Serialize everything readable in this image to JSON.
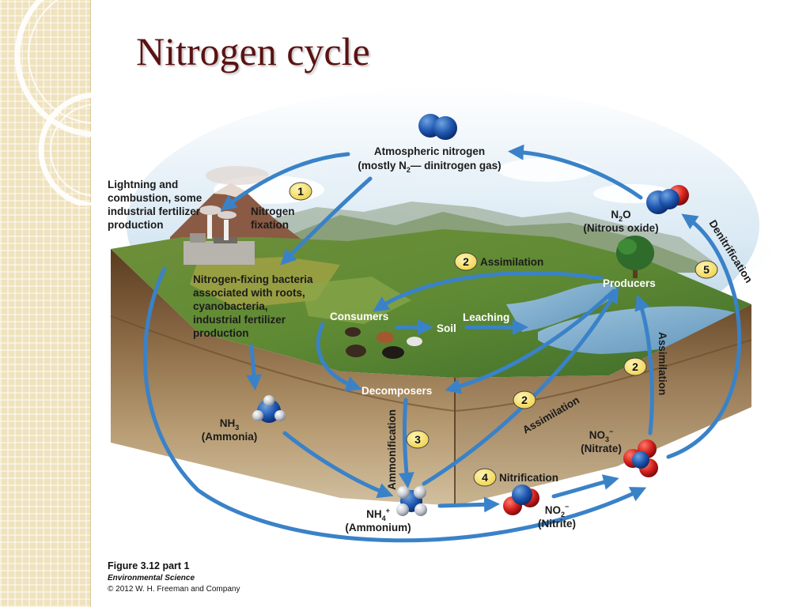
{
  "slide": {
    "title": "Nitrogen cycle"
  },
  "diagram": {
    "atmospheric": {
      "line1": "Atmospheric nitrogen",
      "line2_prefix": "(mostly N",
      "line2_sub": "2",
      "line2_suffix": "— dinitrogen gas)"
    },
    "lightning": {
      "lines": [
        "Lightning and",
        "combustion, some",
        "industrial fertilizer",
        "production"
      ]
    },
    "fixation": {
      "lines": [
        "Nitrogen",
        "fixation"
      ]
    },
    "bacteria": {
      "lines": [
        "Nitrogen-fixing bacteria",
        "associated with roots,",
        "cyanobacteria,",
        "industrial fertilizer",
        "production"
      ]
    },
    "consumers": "Consumers",
    "soil": "Soil",
    "leaching": "Leaching",
    "producers": "Producers",
    "decomposers": "Decomposers",
    "assimilation": "Assimilation",
    "ammonification": "Ammonification",
    "denitrification": "Denitrification",
    "nitrification": "Nitrification",
    "n2o": {
      "formula": "N",
      "sub": "2",
      "formula_end": "O",
      "name": "(Nitrous oxide)"
    },
    "nh3": {
      "formula": "NH",
      "sub": "3",
      "name": "(Ammonia)"
    },
    "nh4": {
      "formula": "NH",
      "sub": "4",
      "sup": "+",
      "name": "(Ammonium)"
    },
    "no3": {
      "formula": "NO",
      "sub": "3",
      "sup": "−",
      "name": "(Nitrate)"
    },
    "no2": {
      "formula": "NO",
      "sub": "2",
      "sup": "−",
      "name": "(Nitrite)"
    },
    "steps": [
      "1",
      "2",
      "2",
      "2",
      "3",
      "4",
      "5"
    ]
  },
  "figure": {
    "label": "Figure 3.12 part 1",
    "source": "Environmental Science",
    "copyright": "© 2012 W. H. Freeman and Company"
  },
  "colors": {
    "title": "#5b1212",
    "arrow": "#3a82c8",
    "sidebar": "#efe2bd"
  }
}
